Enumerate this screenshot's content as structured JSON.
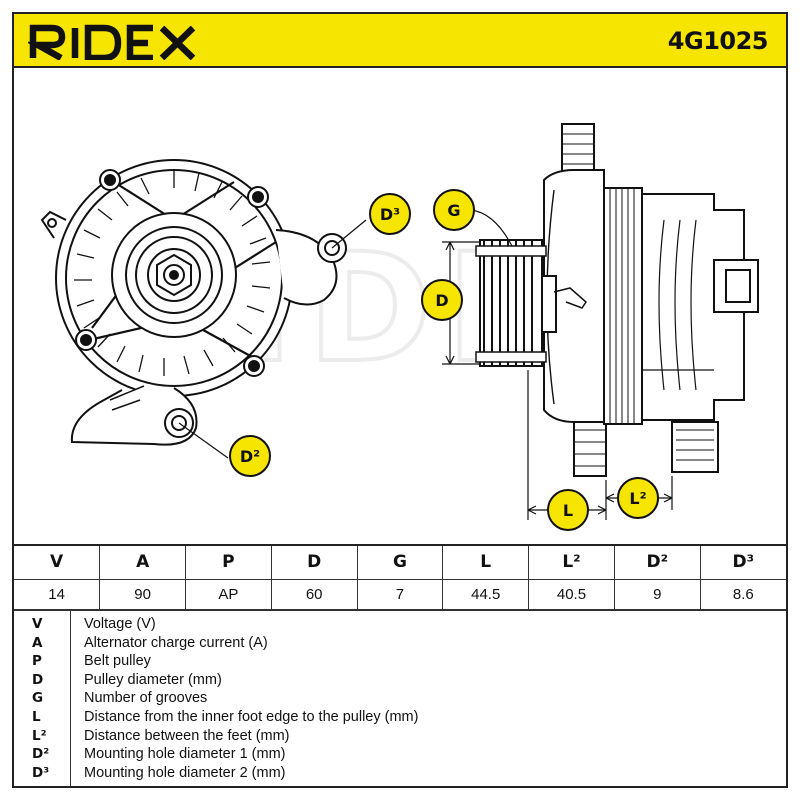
{
  "header": {
    "brand": "RIDEX",
    "part_number": "4G1025",
    "accent_color": "#f6e500"
  },
  "drawing": {
    "watermark": "RIDEX",
    "dimension_labels": {
      "d3": "D³",
      "d2": "D²",
      "g": "G",
      "d": "D",
      "l": "L",
      "l2": "L²"
    }
  },
  "spec_table": {
    "headers": [
      "V",
      "A",
      "P",
      "D",
      "G",
      "L",
      "L²",
      "D²",
      "D³"
    ],
    "values": [
      "14",
      "90",
      "AP",
      "60",
      "7",
      "44.5",
      "40.5",
      "9",
      "8.6"
    ]
  },
  "legend": [
    {
      "code": "V",
      "desc": "Voltage (V)"
    },
    {
      "code": "A",
      "desc": "Alternator charge current (A)"
    },
    {
      "code": "P",
      "desc": "Belt pulley"
    },
    {
      "code": "D",
      "desc": "Pulley diameter (mm)"
    },
    {
      "code": "G",
      "desc": "Number of grooves"
    },
    {
      "code": "L",
      "desc": "Distance from the inner foot edge to the pulley (mm)"
    },
    {
      "code": "L²",
      "desc": "Distance between the feet (mm)"
    },
    {
      "code": "D²",
      "desc": "Mounting hole diameter 1 (mm)"
    },
    {
      "code": "D³",
      "desc": "Mounting hole diameter 2 (mm)"
    }
  ]
}
